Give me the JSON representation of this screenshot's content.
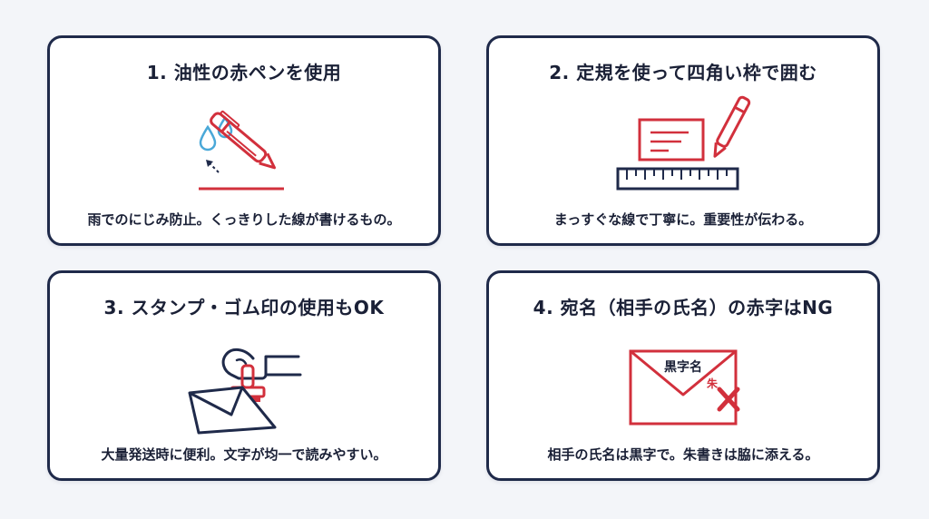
{
  "cards": [
    {
      "title": "1. 油性の赤ペンを使用",
      "description": "雨でのにじみ防止。くっきりした線が書けるもの。",
      "icon": "red-pen-water-drop-icon"
    },
    {
      "title": "2. 定規を使って四角い枠で囲む",
      "description": "まっすぐな線で丁寧に。重要性が伝わる。",
      "icon": "ruler-box-pen-icon"
    },
    {
      "title": "3. スタンプ・ゴム印の使用もOK",
      "description": "大量発送時に便利。文字が均一で読みやすい。",
      "icon": "stamp-envelope-icon"
    },
    {
      "title": "4. 宛名（相手の氏名）の赤字はNG",
      "description": "相手の氏名は黒字で。朱書きは脇に添える。",
      "icon": "envelope-cross-icon",
      "envelope_black_label": "黒字名",
      "envelope_red_label": "朱"
    }
  ],
  "colors": {
    "navy": "#1f2a4a",
    "red": "#d2303c",
    "blue": "#4aa8d8",
    "background": "#f3f5f9"
  }
}
